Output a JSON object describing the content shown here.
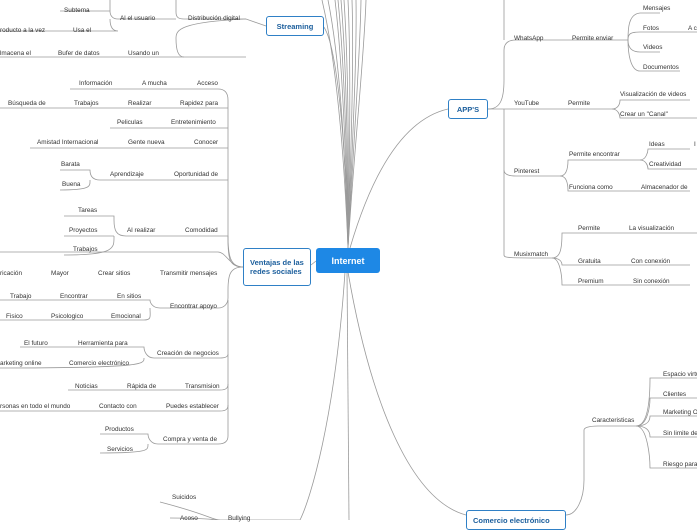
{
  "center": {
    "label": "Internet"
  },
  "main_nodes": {
    "streaming": "Streaming",
    "ventajas": "Ventajas de las redes sociales",
    "apps": "APP'S",
    "comercio": "Comercio electrónico"
  },
  "streaming": {
    "subtema": "Subtema",
    "al_usuario": "Al el usuario",
    "producto": "roducto a la vez",
    "usa_el": "Usa el",
    "distribucion": "Distribución digital",
    "almacena": "lmacena el",
    "bufer": "Bufer de datos",
    "usando_un": "Usando un"
  },
  "ventajas": {
    "informacion": "Información",
    "a_mucha": "A mucha",
    "acceso": "Acceso",
    "busqueda": "Búsqueda de",
    "trabajos": "Trabajos",
    "realizar": "Realizar",
    "rapidez": "Rapidez para",
    "peliculas": "Peliculas",
    "entretenimiento": "Entretenimiento",
    "amistad": "Amistad Internacional",
    "gente_nueva": "Gente nueva",
    "conocer": "Conocer",
    "barata": "Barata",
    "aprendizaje": "Aprendizaje",
    "oportunidad": "Oportunidad de",
    "buena": "Buena",
    "tareas": "Tareas",
    "proyectos": "Proyectos",
    "al_realizar": "Al realizar",
    "comodidad": "Comodidad",
    "trabajos2": "Trabajos",
    "ricacion": "ricación",
    "mayor": "Mayor",
    "crear_sitios": "Crear sitios",
    "transmitir": "Transmitir mensajes",
    "trabajo": "Trabajo",
    "encontrar": "Encontrar",
    "en_sitios": "En sitios",
    "encontrar_apoyo": "Encontrar apoyo",
    "fisico": "Fisico",
    "psicologico": "Psicologico",
    "emocional": "Emocional",
    "el_futuro": "El futuro",
    "herramienta": "Herramienta para",
    "creacion": "Creación de negocios",
    "marketing": "arketing online",
    "comercio_e": "Comercio electrónico",
    "noticias": "Noticias",
    "rapida": "Rápida de",
    "transmision": "Transmision",
    "personas": "rsonas en todo el mundo",
    "contacto": "Contacto con",
    "puedes": "Puedes establecer",
    "productos": "Productos",
    "compra": "Compra y venta de",
    "servicios": "Servicios"
  },
  "bottom_left": {
    "suicidos": "Suicidos",
    "acoso": "Acoso",
    "bullying": "Bullying"
  },
  "apps": {
    "mensajes": "Mensajes",
    "fotos": "Fotos",
    "a_c": "A c",
    "whatsapp": "WhatsApp",
    "permite_enviar": "Permite enviar",
    "videos": "Videos",
    "documentos": "Documentos",
    "visualizacion": "Visualización de videos",
    "youtube": "YouTube",
    "permite": "Permite",
    "crear_canal": "Crear un \"Canal\"",
    "ideas": "Ideas",
    "i": "I",
    "permite_encontrar": "Permite encontrar",
    "creatividad": "Creatividad",
    "pinterest": "Pinterest",
    "funciona_como": "Funciona como",
    "almacenador": "Almacenador de",
    "permite2": "Permite",
    "la_visualizacion": "La visualización",
    "musixmatch": "Musixmatch",
    "gratuita": "Gratuita",
    "con_conexion": "Con conexión",
    "premium": "Premium",
    "sin_conexion": "Sin conexión"
  },
  "comercio": {
    "espacio": "Espacio virtu",
    "clientes": "Clientes",
    "caracteristicas": "Caracteristicas",
    "marketing_o": "Marketing O",
    "sin_limite": "Sin limite de",
    "riesgo": "Riesgo para"
  }
}
